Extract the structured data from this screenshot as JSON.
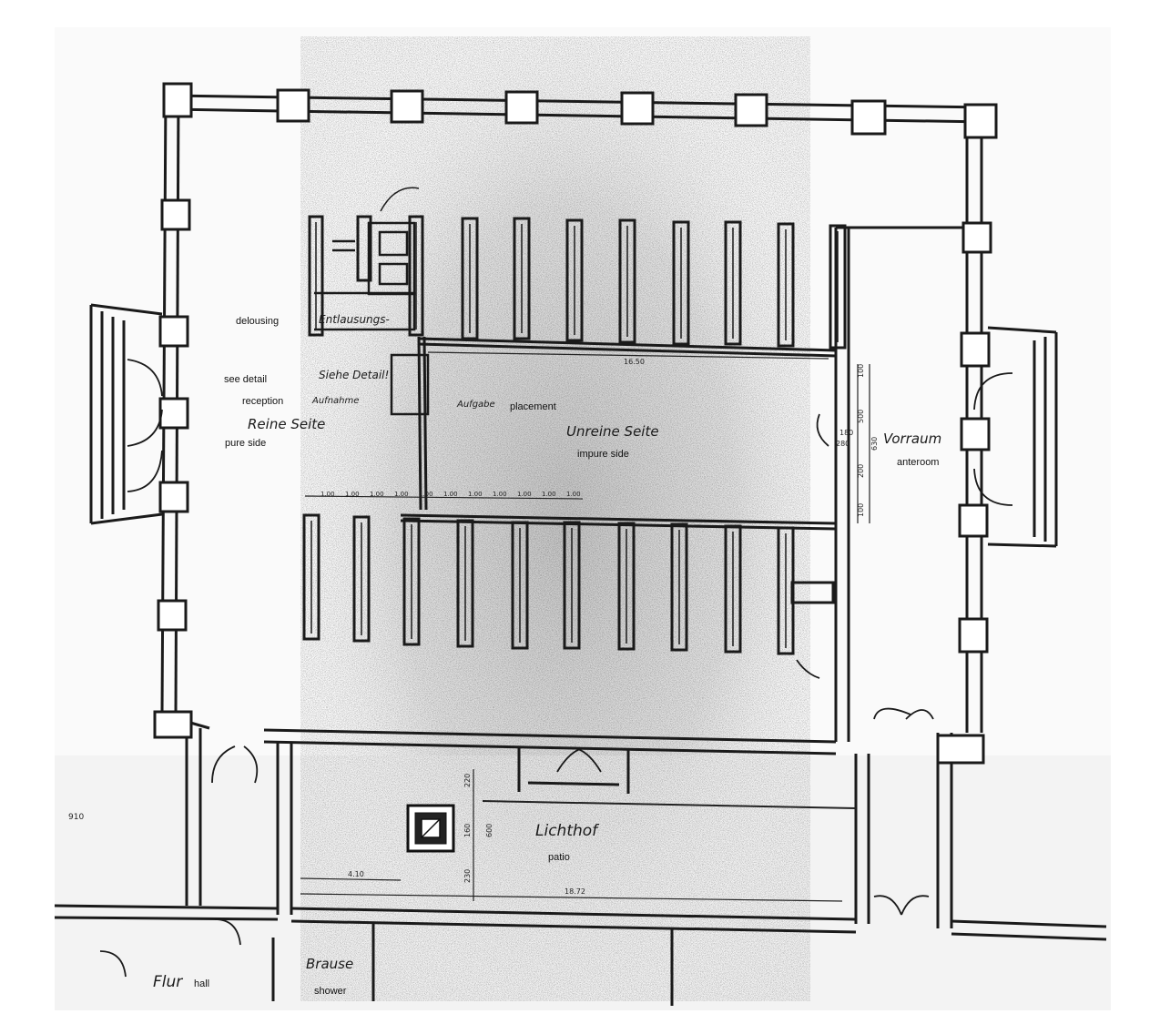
{
  "plan": {
    "labels_de": {
      "entlausung": "Entlausungs-",
      "siehe_detail": "Siehe Detail!",
      "aufnahme": "Aufnahme",
      "aufgabe": "Aufgabe",
      "reine_seite": "Reine Seite",
      "unreine_seite": "Unreine Seite",
      "vorraum": "Vorraum",
      "lichthof": "Lichthof",
      "flur": "Flur",
      "brause": "Brause"
    },
    "labels_en": {
      "delousing": "delousing",
      "see_detail": "see detail",
      "reception": "reception",
      "placement": "placement",
      "pure_side": "pure side",
      "impure_side": "impure side",
      "anteroom": "anteroom",
      "patio": "patio",
      "hall": "hall",
      "shower": "shower"
    },
    "dimensions": {
      "corridor_length": "16.50",
      "courtyard_length": "18.72",
      "courtyard_left": "4.10",
      "d220": "220",
      "d160": "160",
      "d600": "600",
      "d230": "230",
      "d100a": "100",
      "d500": "500",
      "d200": "200",
      "d100b": "100",
      "d280": "280",
      "d180": "180",
      "d630": "630",
      "d910": "910",
      "stall_widths": [
        "1.00",
        "1.00",
        "1.00",
        "1.00",
        "1.00",
        "1.00",
        "1.00",
        "1.00",
        "1.00",
        "1.00",
        "1.00"
      ]
    }
  }
}
